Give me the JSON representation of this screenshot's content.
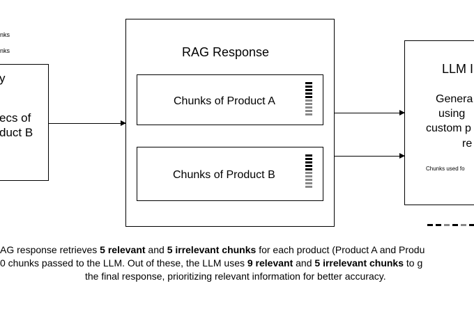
{
  "left_box": {
    "legend_lines": [
      "nks",
      "nks"
    ],
    "title_fragment": "y",
    "body_lines": [
      "ecs of",
      "duct B"
    ]
  },
  "rag_box": {
    "title": "RAG Response",
    "product_a_label": "Chunks of Product A",
    "product_b_label": "Chunks of Product B",
    "chunk_stack": {
      "relevant": 5,
      "irrelevant": 5,
      "relevant_color": "#000000",
      "irrelevant_color": "#888888"
    }
  },
  "llm_box": {
    "title": "LLM I",
    "body_lines": [
      "Genera",
      "using",
      "custom p",
      "re"
    ],
    "chunks_label": "Chunks used fo",
    "chunks_used": {
      "relevant": 9,
      "irrelevant": 5
    }
  },
  "caption": {
    "line1": [
      {
        "text": "AG response retrieves ",
        "bold": false
      },
      {
        "text": "5 relevant",
        "bold": true
      },
      {
        "text": " and ",
        "bold": false
      },
      {
        "text": "5 irrelevant chunks",
        "bold": true
      },
      {
        "text": " for each product (Product A and Produ",
        "bold": false
      }
    ],
    "line2": [
      {
        "text": "0 chunks passed to the LLM. Out of these, the LLM uses ",
        "bold": false
      },
      {
        "text": "9 relevant",
        "bold": true
      },
      {
        "text": " and ",
        "bold": false
      },
      {
        "text": "5 irrelevant chunks",
        "bold": true
      },
      {
        "text": " to g",
        "bold": false
      }
    ],
    "line3": [
      {
        "text": "the final response, prioritizing relevant information for better accuracy.",
        "bold": false
      }
    ]
  }
}
